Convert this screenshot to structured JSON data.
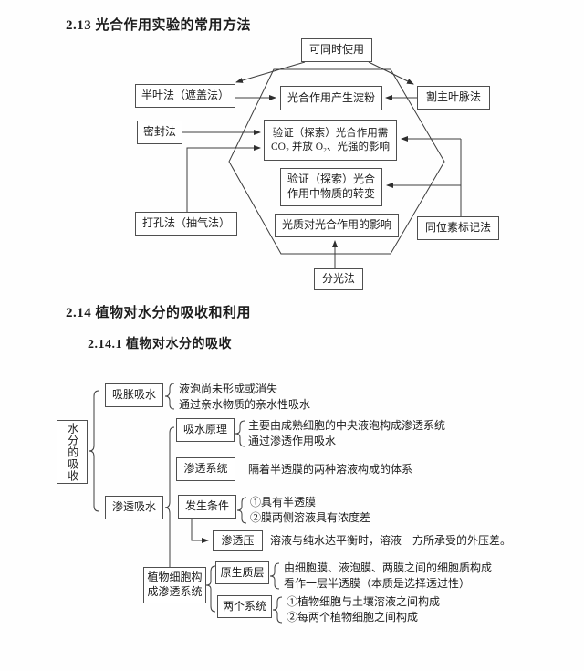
{
  "s1": {
    "title": "2.13 光合作用实验的常用方法",
    "box_simultaneous": "可同时使用",
    "box_half_leaf": "半叶法（遮盖法）",
    "box_starch": "光合作用产生淀粉",
    "box_cut_vein": "割主叶脉法",
    "box_seal": "密封法",
    "box_verify_co2": [
      "验证（探索）光合作用需",
      "CO₂ 并放 O₂、光强的影响"
    ],
    "box_verify_transform": [
      "验证（探索）光合",
      "作用中物质的转变"
    ],
    "box_punch": "打孔法（抽气法）",
    "box_light_quality": "光质对光合作用的影响",
    "box_isotope": "同位素标记法",
    "box_spectral": "分光法"
  },
  "s2": {
    "title": "2.14 植物对水分的吸收和利用",
    "subtitle": "2.14.1 植物对水分的吸收",
    "root": "水分的吸收",
    "swell_label": "吸胀吸水",
    "swell_lines": [
      "液泡尚未形成或消失",
      "通过亲水物质的亲水性吸水"
    ],
    "osmosis_label": "渗透吸水",
    "principle_label": "吸水原理",
    "principle_lines": [
      "主要由成熟细胞的中央液泡构成渗透系统",
      "通过渗透作用吸水"
    ],
    "system_label": "渗透系统",
    "system_desc": "隔着半透膜的两种溶液构成的体系",
    "conditions_label": "发生条件",
    "conditions_lines": [
      "①具有半透膜",
      "②膜两侧溶液具有浓度差"
    ],
    "pressure_label": "渗透压",
    "pressure_desc": "溶液与纯水达平衡时，溶液一方所承受的外压差。",
    "cell_system_lines": [
      "植物细胞构",
      "成渗透系统"
    ],
    "protoplast_label": "原生质层",
    "protoplast_lines": [
      "由细胞膜、液泡膜、两膜之间的细胞质构成",
      "看作一层半透膜（本质是选择透过性）"
    ],
    "two_systems_label": "两个系统",
    "two_systems_lines": [
      "①植物细胞与土壤溶液之间构成",
      "②每两个植物细胞之间构成"
    ]
  }
}
